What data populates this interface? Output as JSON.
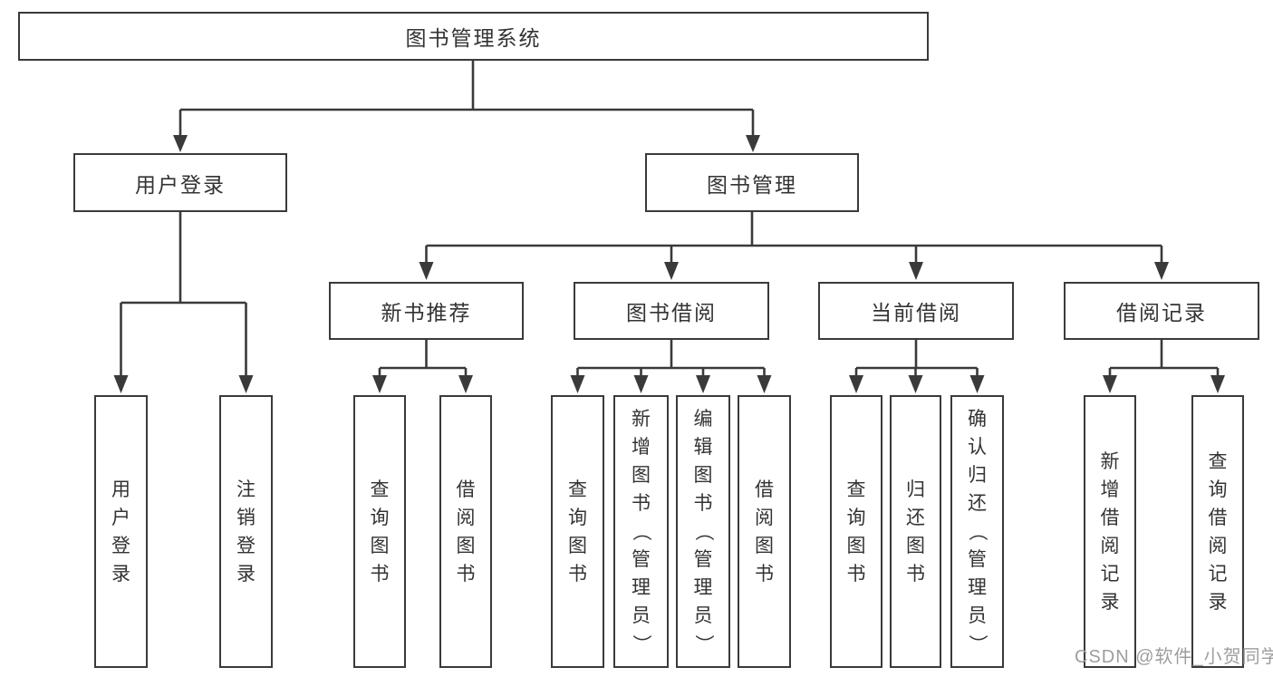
{
  "tree": {
    "root": {
      "label": "图书管理系统",
      "children": [
        {
          "label": "用户登录",
          "children": [
            {
              "label": "用户登录"
            },
            {
              "label": "注销登录"
            }
          ]
        },
        {
          "label": "图书管理",
          "children": [
            {
              "label": "新书推荐",
              "children": [
                {
                  "label": "查询图书"
                },
                {
                  "label": "借阅图书"
                }
              ]
            },
            {
              "label": "图书借阅",
              "children": [
                {
                  "label": "查询图书"
                },
                {
                  "label": "新增图书（管理员）"
                },
                {
                  "label": "编辑图书（管理员）"
                },
                {
                  "label": "借阅图书"
                }
              ]
            },
            {
              "label": "当前借阅",
              "children": [
                {
                  "label": "查询图书"
                },
                {
                  "label": "归还图书"
                },
                {
                  "label": "确认归还（管理员）"
                }
              ]
            },
            {
              "label": "借阅记录",
              "children": [
                {
                  "label": "新增借阅记录"
                },
                {
                  "label": "查询借阅记录"
                }
              ]
            }
          ]
        }
      ]
    }
  },
  "watermark": {
    "text": "CSDN @软件_小贺同学"
  },
  "colors": {
    "line": "#3a3a3a",
    "box_border": "#3a3a3a",
    "text": "#333333",
    "background": "#ffffff",
    "watermark": "#9e9e9e"
  }
}
